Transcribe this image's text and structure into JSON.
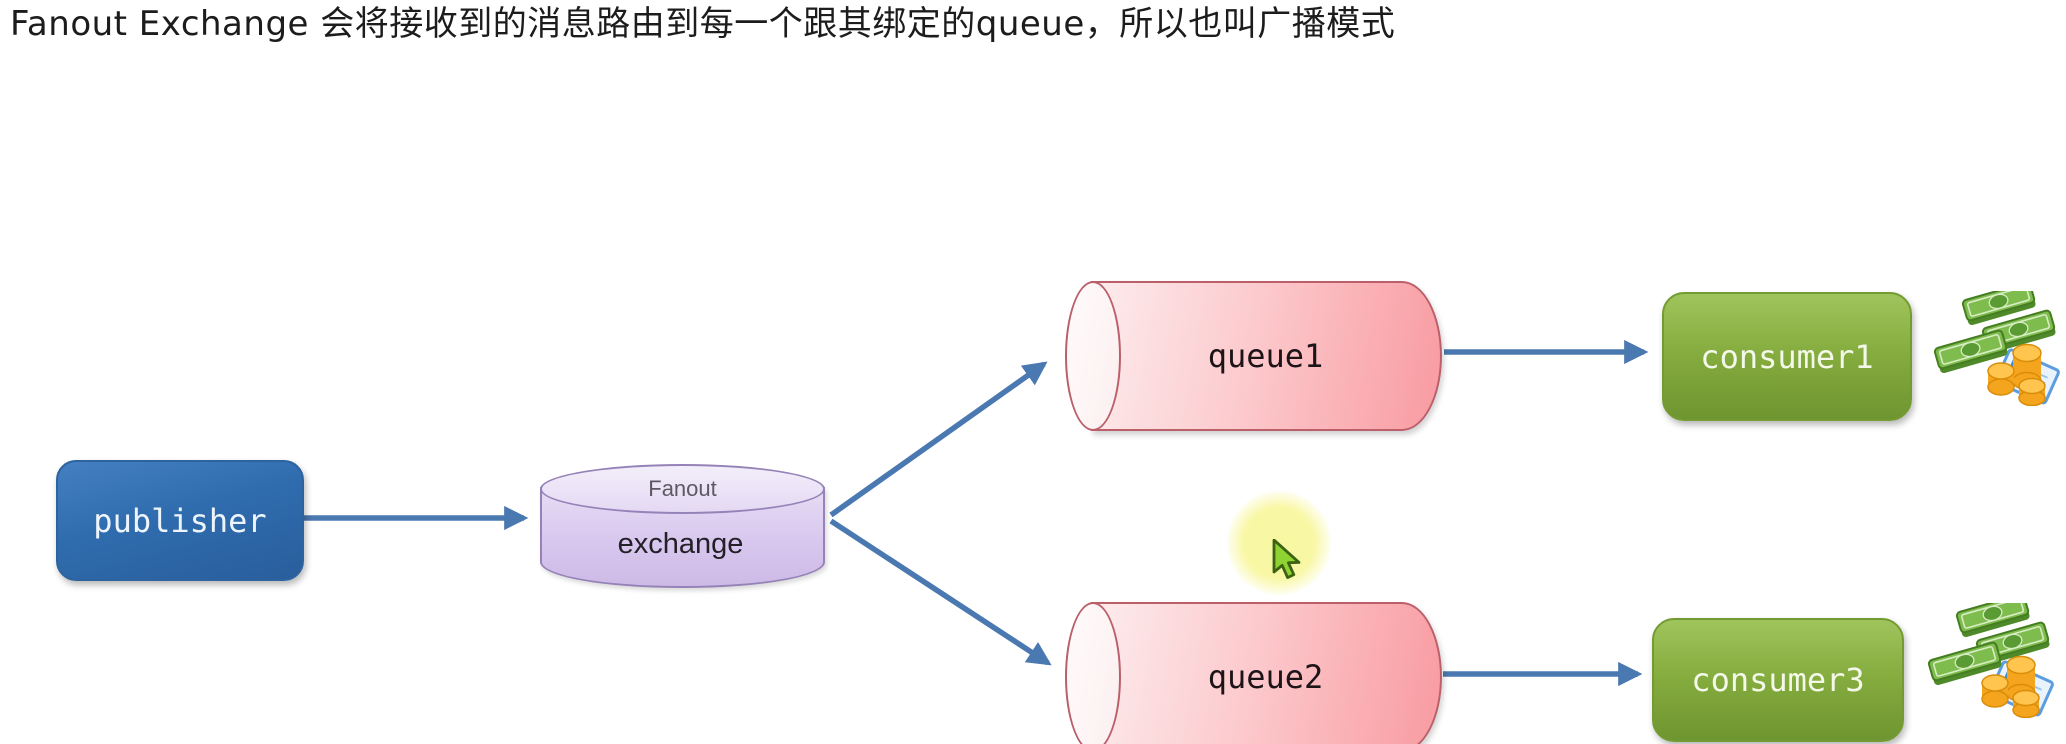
{
  "title": "Fanout Exchange 会将接收到的消息路由到每一个跟其绑定的queue，所以也叫广播模式",
  "nodes": {
    "publisher": {
      "label": "publisher"
    },
    "exchange": {
      "type_label": "Fanout",
      "label": "exchange"
    },
    "queue1": {
      "label": "queue1"
    },
    "queue2": {
      "label": "queue2"
    },
    "consumer1": {
      "label": "consumer1"
    },
    "consumer3": {
      "label": "consumer3"
    }
  },
  "edges": [
    {
      "from": "publisher",
      "to": "exchange"
    },
    {
      "from": "exchange",
      "to": "queue1"
    },
    {
      "from": "exchange",
      "to": "queue2"
    },
    {
      "from": "queue1",
      "to": "consumer1"
    },
    {
      "from": "queue2",
      "to": "consumer3"
    }
  ],
  "icons": {
    "money": "money-icon (banknote stacks, gold coins, blue check)",
    "cursor": "green-mouse-pointer with yellow highlight circle"
  },
  "colors": {
    "publisher_blue": "#2f6cae",
    "exchange_purple": "#d8c7ee",
    "queue_pink": "#f89ba1",
    "consumer_green": "#85ac3e",
    "arrow_blue": "#4a78b0",
    "highlight_yellow": "#f8f7a0",
    "cursor_green": "#8ed331",
    "background": "#ffffff"
  }
}
